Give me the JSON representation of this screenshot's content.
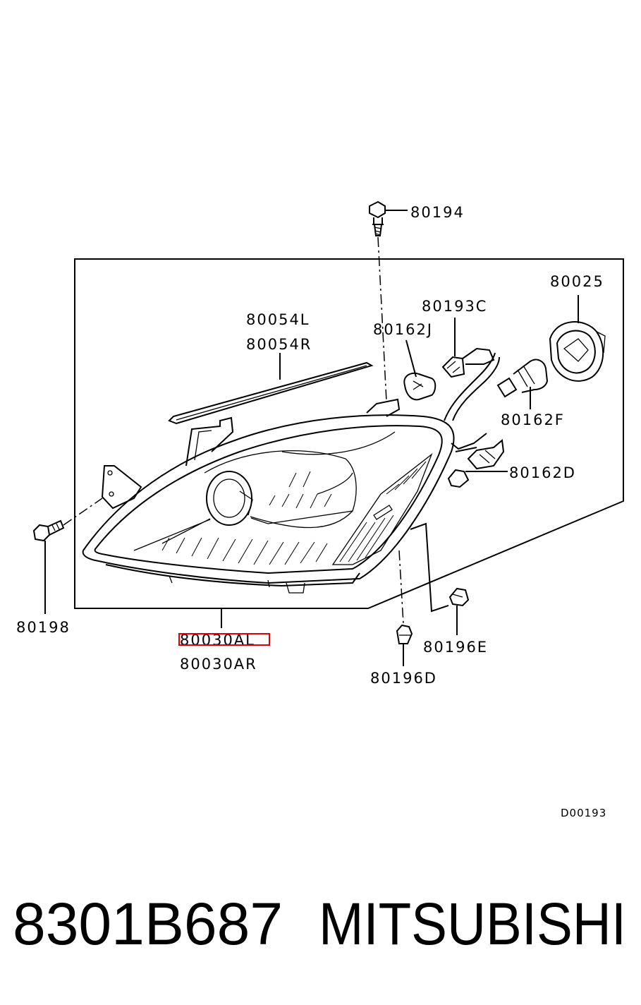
{
  "diagram": {
    "callouts": {
      "p80194": "80194",
      "p80025": "80025",
      "p80193C": "80193C",
      "p80054L": "80054L",
      "p80054R": "80054R",
      "p80162J": "80162J",
      "p80162F": "80162F",
      "p80162D": "80162D",
      "p80198": "80198",
      "p80030AL": "80030AL",
      "p80030AR": "80030AR",
      "p80196E": "80196E",
      "p80196D": "80196D"
    },
    "drawing_code": "D00193",
    "highlighted_part": "80030AL",
    "highlight_color": "#e00000"
  },
  "footer": {
    "part_number": "8301B687",
    "brand": "MITSUBISHI"
  }
}
